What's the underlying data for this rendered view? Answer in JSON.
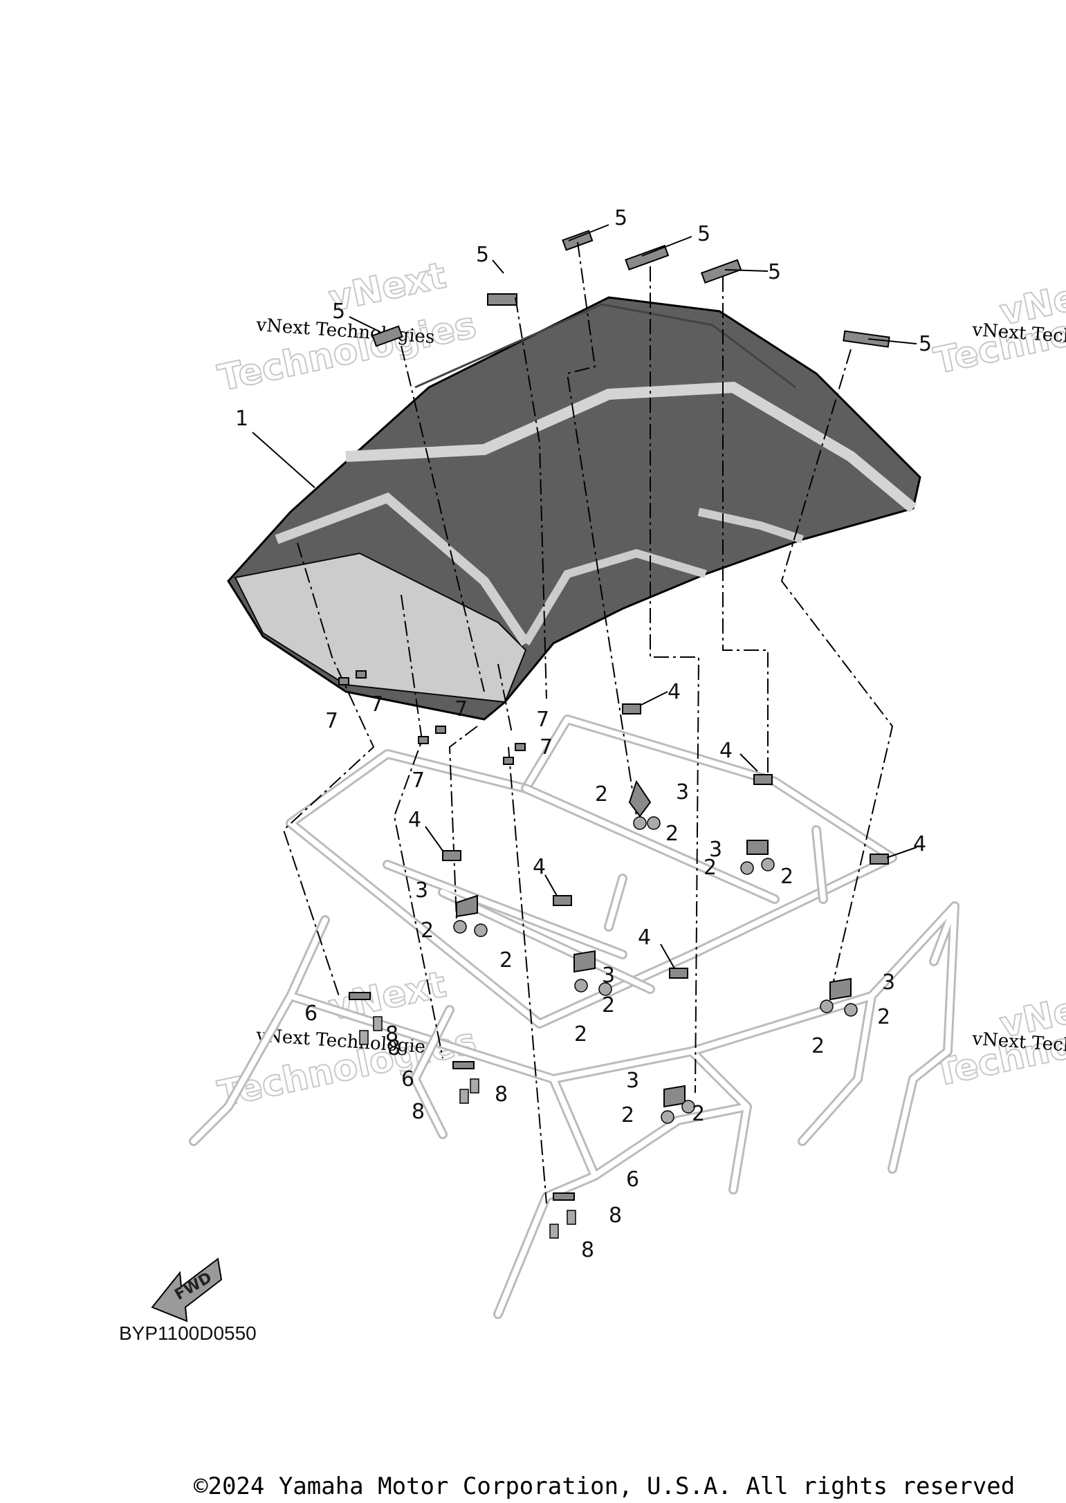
{
  "diagram_code": "BYP1100D0550",
  "copyright": "©2024 Yamaha Motor Corporation, U.S.A. All rights reserved",
  "fwd_label": "FWD",
  "watermark": {
    "line1": "vNext",
    "line2": "Technologies",
    "caption": "vNext Technologies"
  },
  "callouts": [
    {
      "num": "1"
    },
    {
      "num": "2"
    },
    {
      "num": "3"
    },
    {
      "num": "4"
    },
    {
      "num": "5"
    },
    {
      "num": "6"
    },
    {
      "num": "7"
    },
    {
      "num": "8"
    }
  ]
}
